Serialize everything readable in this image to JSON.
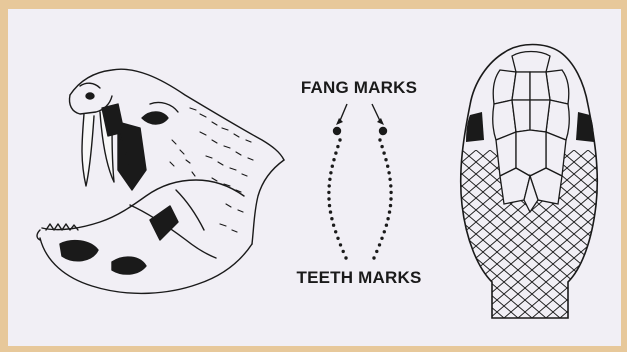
{
  "diagram": {
    "labels": {
      "fang_marks": "FANG MARKS",
      "teeth_marks": "TEETH MARKS"
    },
    "parts": {
      "side_view": "snake-head-side-view",
      "top_view": "snake-head-top-view",
      "bite_pattern": "bite-mark-pattern"
    },
    "colors": {
      "border": "#e7c89a",
      "background": "#f1eff5",
      "ink": "#1a1a1a"
    }
  }
}
